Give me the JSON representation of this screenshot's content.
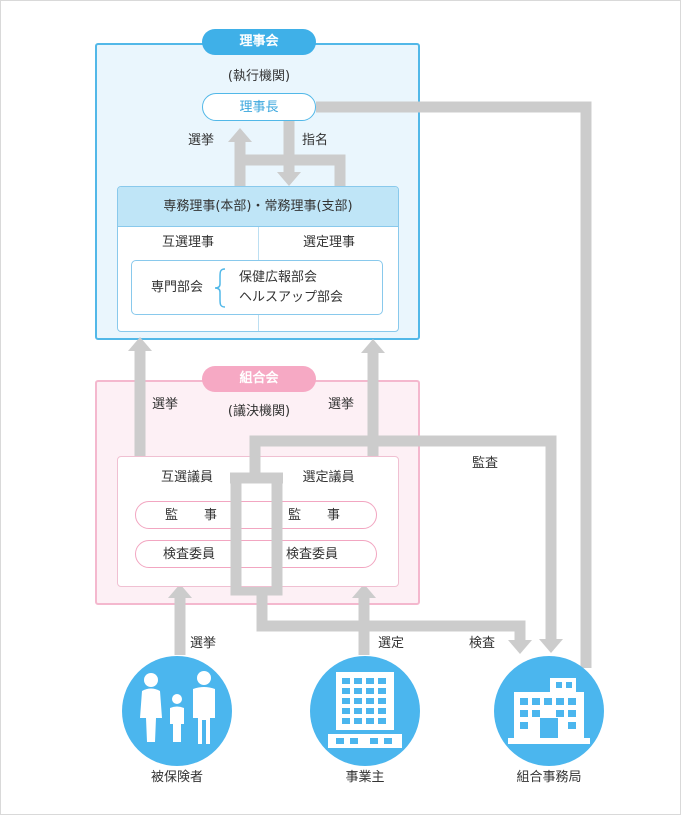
{
  "board": {
    "title": "理事会",
    "subtitle": "(執行機関)",
    "chair": "理事長",
    "label_elect": "選挙",
    "label_nominate": "指名",
    "executives": "専務理事(本部)・常務理事(支部)",
    "mutual_directors": "互選理事",
    "appointed_directors": "選定理事",
    "committee": {
      "label": "専門部会",
      "items": [
        "保健広報部会",
        "ヘルスアップ部会"
      ]
    }
  },
  "assembly": {
    "title": "組合会",
    "subtitle": "(議決機関)",
    "label_elect_left": "選挙",
    "label_elect_right": "選挙",
    "mutual_members": "互選議員",
    "appointed_members": "選定議員",
    "auditor_left": "監　　事",
    "auditor_right": "監　　事",
    "inspector_left": "検査委員",
    "inspector_right": "検査委員"
  },
  "flows": {
    "audit": "監査",
    "elect": "選挙",
    "appoint": "選定",
    "inspect": "検査"
  },
  "actors": {
    "insured": "被保険者",
    "employer": "事業主",
    "office": "組合事務局"
  },
  "colors": {
    "blue_accent": "#3fb0e8",
    "blue_border": "#52b8e8",
    "blue_fill": "#eaf6fd",
    "pink_accent": "#f6a9c4",
    "pink_fill": "#fdf0f5",
    "arrow_gray": "#cccccc",
    "circle_blue": "#4bb6ee"
  }
}
